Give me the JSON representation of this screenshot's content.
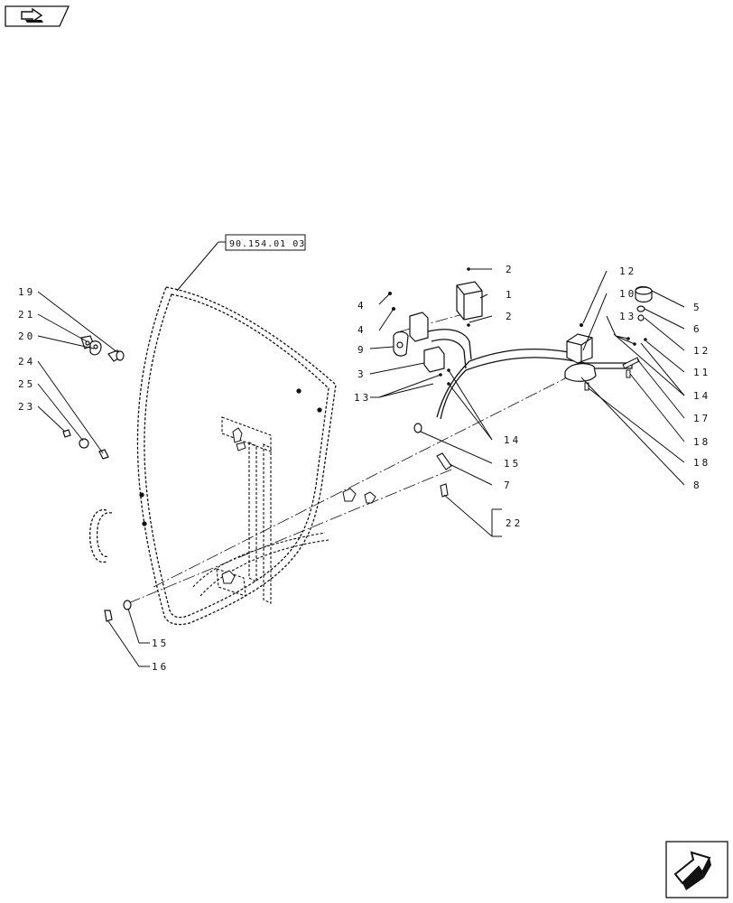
{
  "reference_label": "90.154.01 03",
  "nav": {
    "top_icon": "previous-page-icon",
    "bottom_icon": "next-page-icon"
  },
  "callouts": [
    {
      "id": "c1",
      "text": "1"
    },
    {
      "id": "c2a",
      "text": "2"
    },
    {
      "id": "c2b",
      "text": "2"
    },
    {
      "id": "c3",
      "text": "3"
    },
    {
      "id": "c4a",
      "text": "4"
    },
    {
      "id": "c4b",
      "text": "4"
    },
    {
      "id": "c5",
      "text": "5"
    },
    {
      "id": "c6",
      "text": "6"
    },
    {
      "id": "c7",
      "text": "7"
    },
    {
      "id": "c8",
      "text": "8"
    },
    {
      "id": "c9",
      "text": "9"
    },
    {
      "id": "c10",
      "text": "10"
    },
    {
      "id": "c11",
      "text": "11"
    },
    {
      "id": "c12a",
      "text": "12"
    },
    {
      "id": "c12b",
      "text": "12"
    },
    {
      "id": "c13a",
      "text": "13"
    },
    {
      "id": "c13b",
      "text": "13"
    },
    {
      "id": "c14a",
      "text": "14"
    },
    {
      "id": "c14b",
      "text": "14"
    },
    {
      "id": "c15a",
      "text": "15"
    },
    {
      "id": "c15b",
      "text": "15"
    },
    {
      "id": "c16",
      "text": "16"
    },
    {
      "id": "c17",
      "text": "17"
    },
    {
      "id": "c18a",
      "text": "18"
    },
    {
      "id": "c18b",
      "text": "18"
    },
    {
      "id": "c19",
      "text": "19"
    },
    {
      "id": "c20",
      "text": "20"
    },
    {
      "id": "c21",
      "text": "21"
    },
    {
      "id": "c22",
      "text": "22"
    },
    {
      "id": "c23",
      "text": "23"
    },
    {
      "id": "c24",
      "text": "24"
    },
    {
      "id": "c25",
      "text": "25"
    }
  ]
}
